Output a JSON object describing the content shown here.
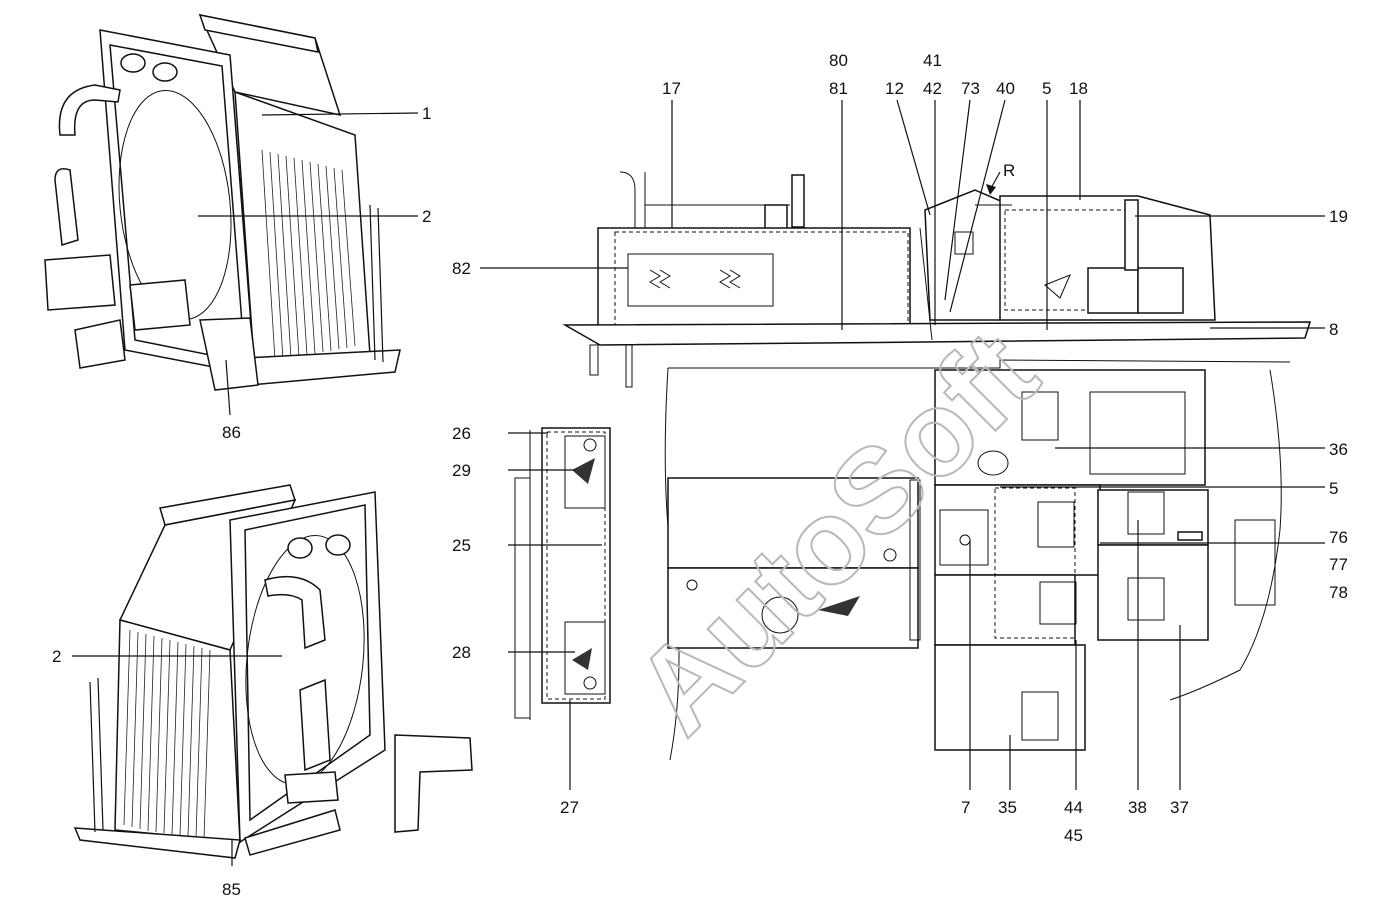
{
  "watermark": "AutoSoft",
  "labels": {
    "l1": "1",
    "l2a": "2",
    "l86": "86",
    "l2b": "2",
    "l85": "85",
    "l80": "80",
    "l81": "81",
    "l41": "41",
    "l42": "42",
    "l17": "17",
    "l12": "12",
    "l73": "73",
    "l40": "40",
    "l5a": "5",
    "l18": "18",
    "lR": "R",
    "l19": "19",
    "l82": "82",
    "l8": "8",
    "l26": "26",
    "l29": "29",
    "l25": "25",
    "l28": "28",
    "l27": "27",
    "l36": "36",
    "l5b": "5",
    "l76": "76",
    "l77": "77",
    "l78": "78",
    "l7": "7",
    "l35": "35",
    "l44": "44",
    "l45": "45",
    "l38": "38",
    "l37": "37"
  }
}
